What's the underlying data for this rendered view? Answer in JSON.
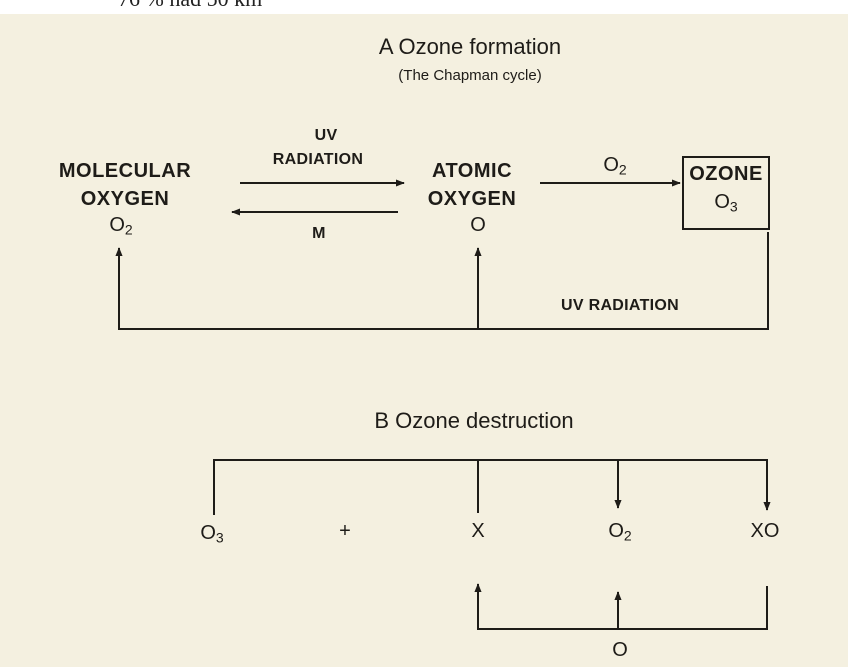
{
  "top_crop_text": "76 % had 50 km",
  "section_a": {
    "title": "A Ozone formation",
    "subtitle": "(The Chapman cycle)",
    "molecular_oxygen": {
      "line1": "MOLECULAR",
      "line2": "OXYGEN",
      "symbol": "O",
      "subscript": "2"
    },
    "atomic_oxygen": {
      "line1": "ATOMIC",
      "line2": "OXYGEN",
      "symbol": "O"
    },
    "ozone": {
      "line1": "OZONE",
      "symbol": "O",
      "subscript": "3"
    },
    "uv_arrow_line1": "UV",
    "uv_arrow_line2": "RADIATION",
    "m_label": "M",
    "o2_arrow": {
      "symbol": "O",
      "subscript": "2"
    },
    "feedback_label": "UV RADIATION"
  },
  "section_b": {
    "title": "B Ozone destruction",
    "o3": {
      "symbol": "O",
      "subscript": "3"
    },
    "plus": "+",
    "x": "X",
    "o2": {
      "symbol": "O",
      "subscript": "2"
    },
    "xo": "XO",
    "bottom_o": "O"
  },
  "colors": {
    "background": "#f4f0e0",
    "ink": "#1e1c18"
  }
}
